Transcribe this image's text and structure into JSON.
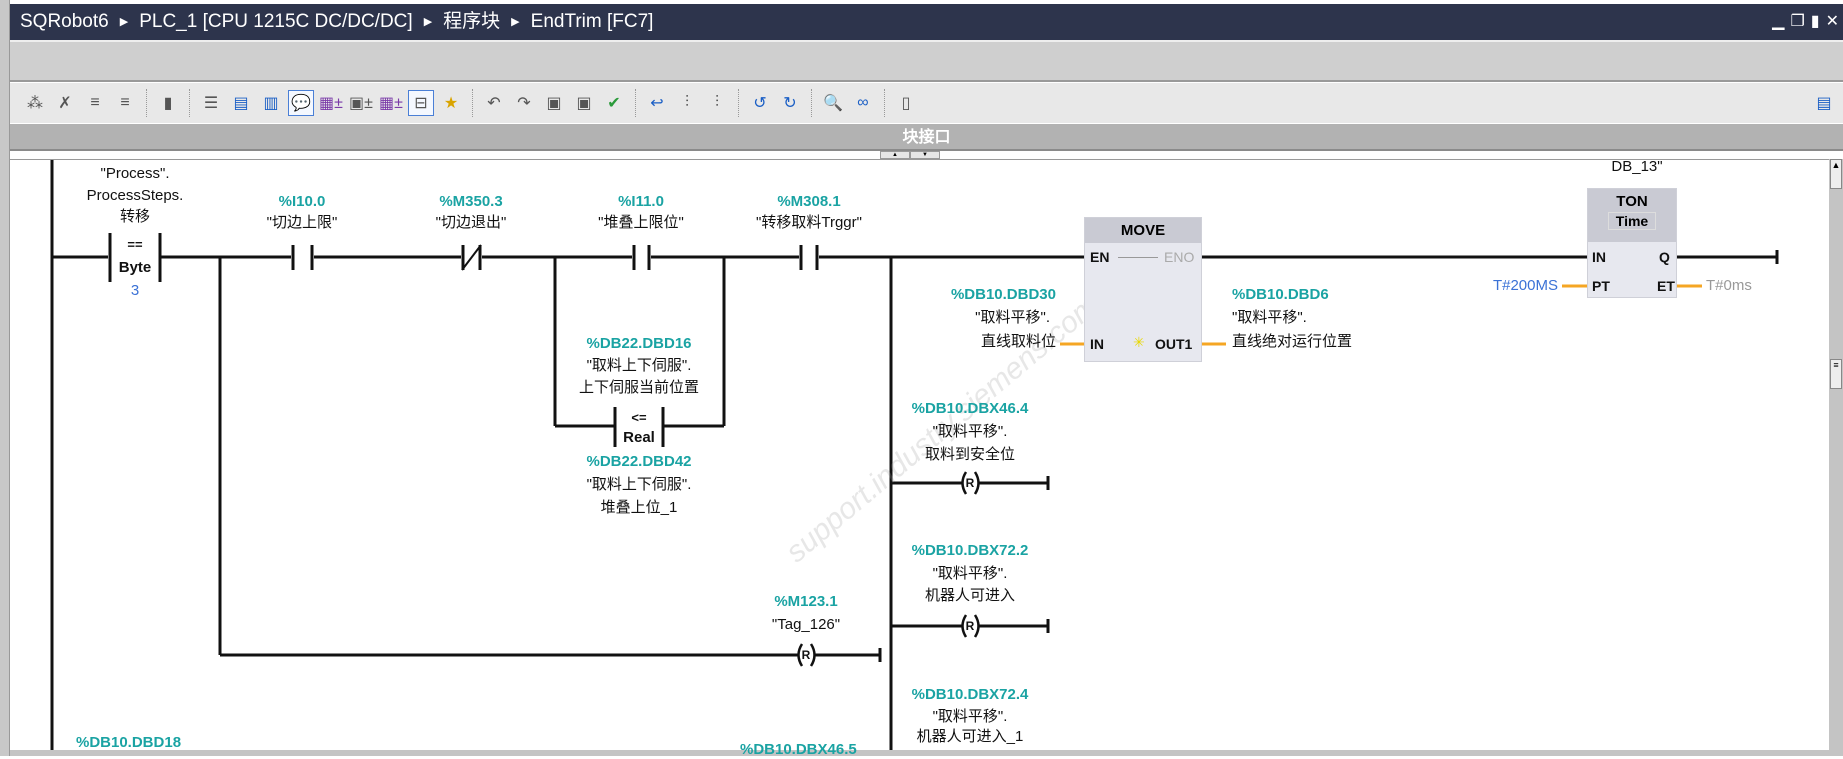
{
  "title": {
    "parts": [
      "SQRobot6",
      "PLC_1 [CPU 1215C DC/DC/DC]",
      "程序块",
      "EndTrim [FC7]"
    ],
    "controls": [
      "minimize",
      "restore",
      "maximize",
      "close"
    ]
  },
  "toolbar": {
    "icons": [
      "insert-network-icon",
      "delete-network-icon",
      "insert-row-icon",
      "add-row-icon",
      "reset-icon",
      "absolute-operands-icon",
      "network-open-icon",
      "network-close-icon",
      "comments-icon",
      "tag-info-icon",
      "favorites-icon",
      "operands-icon",
      "ladder-view-icon",
      "favorites-star-icon",
      "go-to-previous-error-icon",
      "go-to-next-error-icon",
      "call-hierarchy-icon",
      "compare-icon",
      "update-icon",
      "block-call-icon",
      "inserted-icon",
      "removed-icon",
      "monitor-icon",
      "monitor-on-icon",
      "search-icon",
      "watch-icon",
      "safety-icon",
      "layout-icon"
    ]
  },
  "interface_bar": {
    "label": "块接口"
  },
  "ladder": {
    "compare1": {
      "operand1": [
        "\"Process\".",
        "ProcessSteps.",
        "转移"
      ],
      "op": "==",
      "type": "Byte",
      "operand2": "3"
    },
    "contacts": [
      {
        "addr": "%I10.0",
        "name": "\"切边上限\"",
        "kind": "NO"
      },
      {
        "addr": "%M350.3",
        "name": "\"切边退出\"",
        "kind": "NC"
      },
      {
        "addr": "%I11.0",
        "name": "\"堆叠上限位\"",
        "kind": "NO"
      },
      {
        "addr": "%M308.1",
        "name": "\"转移取料Trggr\"",
        "kind": "NO"
      }
    ],
    "compare2": {
      "addr1": "%DB22.DBD16",
      "name1": [
        "\"取料上下伺服\".",
        "上下伺服当前位置"
      ],
      "op": "<=",
      "type": "Real",
      "addr2": "%DB22.DBD42",
      "name2": [
        "\"取料上下伺服\".",
        "堆叠上位_1"
      ]
    },
    "move": {
      "title": "MOVE",
      "en": "EN",
      "eno": "ENO",
      "in": "IN",
      "out": "OUT1",
      "in_addr": "%DB10.DBD30",
      "in_name": [
        "\"取料平移\".",
        "直线取料位"
      ],
      "out_addr": "%DB10.DBD6",
      "out_name": [
        "\"取料平移\".",
        "直线绝对运行位置"
      ]
    },
    "ton": {
      "instance": "DB_13\"",
      "title": "TON",
      "type": "Time",
      "in": "IN",
      "q": "Q",
      "pt": "PT",
      "et": "ET",
      "pt_value": "T#200MS",
      "et_value": "T#0ms"
    },
    "coils": [
      {
        "addr": "%DB10.DBX46.4",
        "name": [
          "\"取料平移\".",
          "取料到安全位"
        ],
        "kind": "R"
      },
      {
        "addr": "%DB10.DBX72.2",
        "name": [
          "\"取料平移\".",
          "机器人可进入"
        ],
        "kind": "R"
      },
      {
        "addr": "%DB10.DBX72.4",
        "name": [
          "\"取料平移\".",
          "机器人可进入_1"
        ],
        "kind": "R"
      },
      {
        "addr": "%M123.1",
        "name": [
          "\"Tag_126\""
        ],
        "kind": "R"
      }
    ],
    "cutoff": [
      "%DB10.DBD18",
      "%DB10.DBX46.5"
    ]
  },
  "colors": {
    "titlebar": "#2d344c",
    "address": "#1aa3a3",
    "constant": "#3b72d6",
    "wire_param": "#f5a623"
  }
}
